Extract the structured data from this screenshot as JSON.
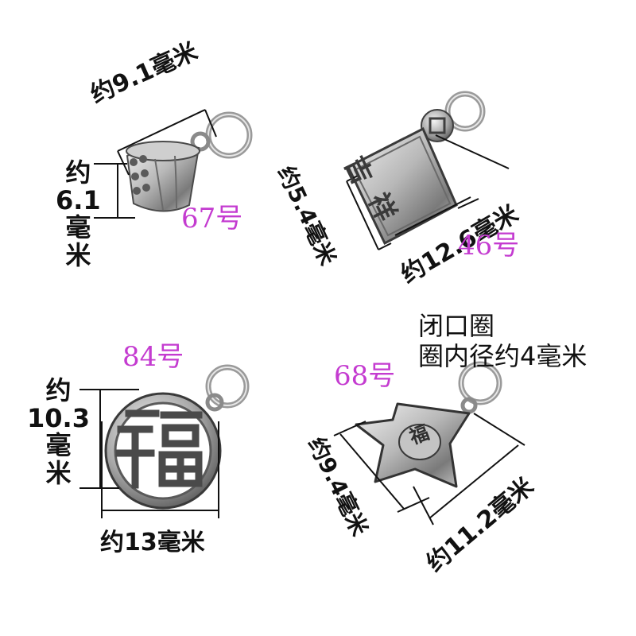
{
  "colors": {
    "model_label": "#c43bd0",
    "dimension_text": "#111111",
    "silver_light": "#d9d9d9",
    "silver_dark": "#3a3a3a"
  },
  "pendants": [
    {
      "model": "67号",
      "width_label": "约9.1毫米",
      "height_label": {
        "c1": "约",
        "c2": "6.1",
        "c3": "毫",
        "c4": "米"
      }
    },
    {
      "model": "46号",
      "engraving": {
        "c1": "吉",
        "c2": "祥"
      },
      "width_label": "约5.4毫米",
      "height_label": "约12.6毫米"
    },
    {
      "model": "84号",
      "height_label": {
        "c1": "约",
        "c2": "10.3",
        "c3": "毫",
        "c4": "米"
      },
      "width_label": "约13毫米"
    },
    {
      "model": "68号",
      "engraving": "福",
      "width_label": "约9.4毫米",
      "height_label": "约11.2毫米"
    }
  ],
  "ring_note": {
    "line1": "闭口圈",
    "line2": "圈内径约4毫米"
  }
}
